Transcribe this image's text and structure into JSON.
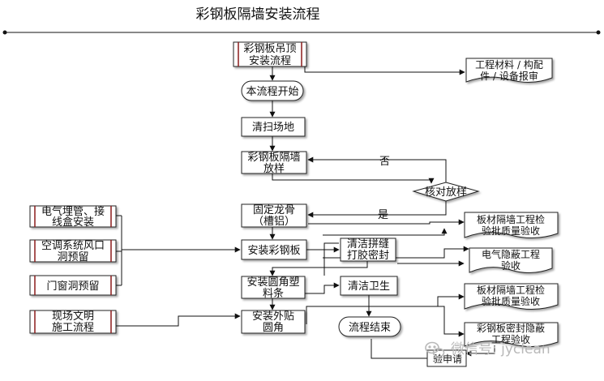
{
  "title": "彩钢板隔墙安装流程",
  "nodes": {
    "ceiling_process": [
      "彩钢板吊顶",
      "安装流程"
    ],
    "materials_review": [
      "工程材料 / 构配",
      "件 / 设备报审"
    ],
    "start": "本流程开始",
    "clean_site": "清扫场地",
    "layout": [
      "彩钢板隔墙",
      "放样"
    ],
    "check_layout": "核对放样",
    "fix_keel": [
      "固定龙骨",
      "（槽铝）"
    ],
    "install_panel": "安装彩钢板",
    "clean_seal": [
      "清洁拼缝",
      "打胶密封"
    ],
    "install_round_strip": [
      "安装圆角塑",
      "料条"
    ],
    "sanitation": "清洁卫生",
    "install_outer_corner": [
      "安装外贴",
      "圆角"
    ],
    "end": "流程结束",
    "electrical_conduit": [
      "电气埋管、接",
      "线盒安装"
    ],
    "ac_vent": [
      "空调系统风口",
      "洞预留"
    ],
    "door_window": "门窗洞预留",
    "site_civilized": [
      "现场文明",
      "施工流程"
    ],
    "partition_inspection_1": [
      "板材隔墙工程检",
      "验批质量验收"
    ],
    "electrical_hidden": [
      "电气隐蔽工程",
      "验收"
    ],
    "partition_inspection_2": [
      "板材隔墙工程检",
      "验批质量验收"
    ],
    "seal_hidden": [
      "彩钢板密封隐蔽",
      "工程验收"
    ],
    "acceptance_request": "验申请"
  },
  "edge_labels": {
    "no": "否",
    "yes": "是"
  },
  "watermark": "微信号: jyclean",
  "colors": {
    "line": "#111111",
    "box_border": "#222222",
    "side_bar": "#8b1a1a",
    "watermark": "#b9b9b9"
  }
}
